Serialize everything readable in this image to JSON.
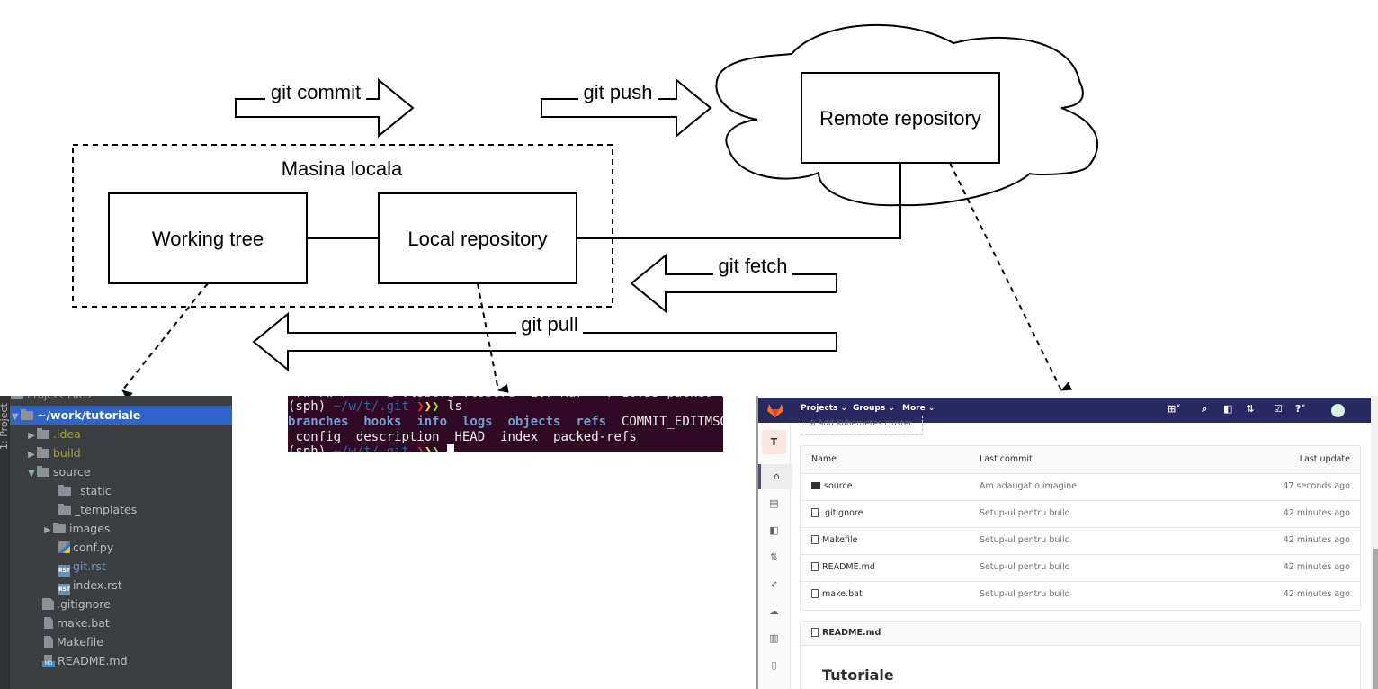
{
  "diagram": {
    "group_label": "Masina locala",
    "nodes": {
      "working_tree": "Working tree",
      "local_repository": "Local repository",
      "remote_repository": "Remote repository"
    },
    "arrows": {
      "commit": "git commit",
      "push": "git push",
      "fetch": "git fetch",
      "pull": "git pull"
    }
  },
  "ide": {
    "tool_window_label": "1: Project",
    "header": "Project Files",
    "tree": [
      {
        "label": "~/work/tutoriale",
        "type": "folder",
        "expanded": true,
        "selected": true,
        "depth": 0
      },
      {
        "label": ".idea",
        "type": "folder",
        "expanded": false,
        "depth": 1,
        "color": "#a5a33b"
      },
      {
        "label": "build",
        "type": "folder",
        "expanded": false,
        "depth": 1,
        "color": "#a5a33b"
      },
      {
        "label": "source",
        "type": "folder",
        "expanded": true,
        "depth": 1
      },
      {
        "label": "_static",
        "type": "folder",
        "depth": 2
      },
      {
        "label": "_templates",
        "type": "folder",
        "depth": 2
      },
      {
        "label": "images",
        "type": "folder",
        "expanded": false,
        "depth": 2
      },
      {
        "label": "conf.py",
        "type": "python",
        "depth": 2
      },
      {
        "label": "git.rst",
        "type": "rst",
        "depth": 2,
        "color": "#6e96c8"
      },
      {
        "label": "index.rst",
        "type": "rst",
        "depth": 2
      },
      {
        "label": ".gitignore",
        "type": "ignore",
        "depth": 1
      },
      {
        "label": "make.bat",
        "type": "file",
        "depth": 1
      },
      {
        "label": "Makefile",
        "type": "file",
        "depth": 1
      },
      {
        "label": "README.md",
        "type": "markdown",
        "depth": 1
      }
    ]
  },
  "terminal": {
    "prompt_env": "(sph)",
    "prompt_path": "~/w/t/.git",
    "command": "ls",
    "dirs": [
      "branches",
      "hooks",
      "info",
      "logs",
      "objects",
      "refs"
    ],
    "files_line1": [
      "COMMIT_EDITMSG"
    ],
    "files_line2": [
      "config",
      "description",
      "HEAD",
      "index",
      "packed-refs"
    ]
  },
  "gitlab": {
    "nav": {
      "projects": "Projects ⌄",
      "groups": "Groups ⌄",
      "more": "More ⌄"
    },
    "project_avatar": "T",
    "add_cluster": "Add Kubernetes cluster",
    "table": {
      "headers": {
        "name": "Name",
        "commit": "Last commit",
        "update": "Last update"
      },
      "rows": [
        {
          "name": "source",
          "type": "folder",
          "commit": "Am adaugat o imagine",
          "update": "47 seconds ago"
        },
        {
          "name": ".gitignore",
          "type": "file",
          "commit": "Setup-ul pentru build",
          "update": "42 minutes ago"
        },
        {
          "name": "Makefile",
          "type": "file",
          "commit": "Setup-ul pentru build",
          "update": "42 minutes ago"
        },
        {
          "name": "README.md",
          "type": "file",
          "commit": "Setup-ul pentru build",
          "update": "42 minutes ago"
        },
        {
          "name": "make.bat",
          "type": "file",
          "commit": "Setup-ul pentru build",
          "update": "42 minutes ago"
        }
      ]
    },
    "readme": {
      "filename": "README.md",
      "title": "Tutoriale"
    },
    "colors": {
      "nav": "#292961",
      "accent": "#fc6d26"
    }
  }
}
